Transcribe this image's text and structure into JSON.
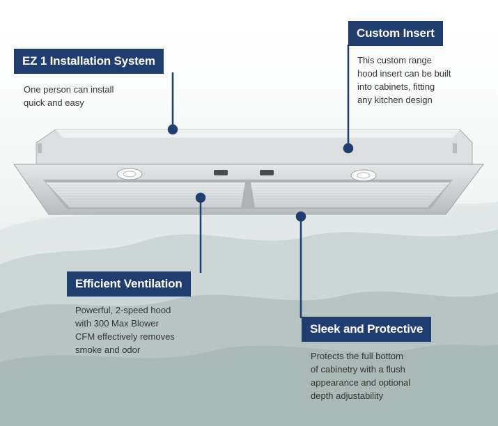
{
  "colors": {
    "accent": "#1f3d6e",
    "text": "#333333",
    "background": "#ffffff"
  },
  "callouts": [
    {
      "id": "ez-install",
      "title": "EZ 1 Installation System",
      "lines": [
        "One person can install",
        "quick and easy"
      ]
    },
    {
      "id": "custom-insert",
      "title": "Custom Insert",
      "lines": [
        "This custom range",
        "hood insert can be built",
        "into cabinets, fitting",
        "any kitchen design"
      ]
    },
    {
      "id": "efficient-ventilation",
      "title": "Efficient Ventilation",
      "lines": [
        "Powerful, 2-speed hood",
        "with 300 Max Blower",
        "CFM effectively removes",
        "smoke and odor"
      ]
    },
    {
      "id": "sleek-protective",
      "title": "Sleek and Protective",
      "lines": [
        "Protects the full bottom",
        "of cabinetry with a flush",
        "appearance and optional",
        "depth adjustability"
      ]
    }
  ]
}
